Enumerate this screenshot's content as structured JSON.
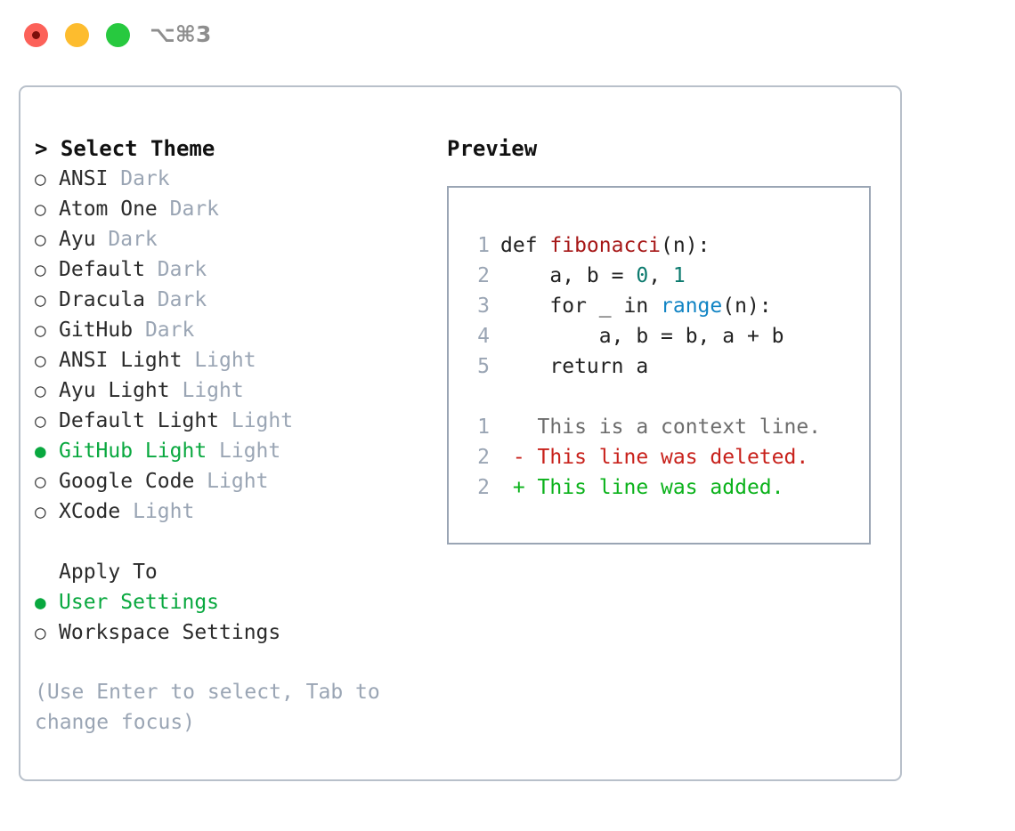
{
  "titlebar": {
    "shortcut": "⌥⌘3",
    "buttons": [
      {
        "name": "close",
        "color": "#fc6159"
      },
      {
        "name": "minimize",
        "color": "#fdbc2e"
      },
      {
        "name": "maximize",
        "color": "#27c93f"
      }
    ]
  },
  "theme_section": {
    "header": "> Select Theme",
    "items": [
      {
        "marker": "○",
        "label": "ANSI",
        "suffix": "Dark",
        "selected": false
      },
      {
        "marker": "○",
        "label": "Atom One",
        "suffix": "Dark",
        "selected": false
      },
      {
        "marker": "○",
        "label": "Ayu",
        "suffix": "Dark",
        "selected": false
      },
      {
        "marker": "○",
        "label": "Default",
        "suffix": "Dark",
        "selected": false
      },
      {
        "marker": "○",
        "label": "Dracula",
        "suffix": "Dark",
        "selected": false
      },
      {
        "marker": "○",
        "label": "GitHub",
        "suffix": "Dark",
        "selected": false
      },
      {
        "marker": "○",
        "label": "ANSI Light",
        "suffix": "Light",
        "selected": false
      },
      {
        "marker": "○",
        "label": "Ayu Light",
        "suffix": "Light",
        "selected": false
      },
      {
        "marker": "○",
        "label": "Default Light",
        "suffix": "Light",
        "selected": false
      },
      {
        "marker": "●",
        "label": "GitHub Light",
        "suffix": "Light",
        "selected": true
      },
      {
        "marker": "○",
        "label": "Google Code",
        "suffix": "Light",
        "selected": false
      },
      {
        "marker": "○",
        "label": "XCode",
        "suffix": "Light",
        "selected": false
      }
    ]
  },
  "apply_section": {
    "header": "Apply To",
    "items": [
      {
        "marker": "●",
        "label": "User Settings",
        "selected": true
      },
      {
        "marker": "○",
        "label": "Workspace Settings",
        "selected": false
      }
    ]
  },
  "hint": "(Use Enter to select, Tab to change focus)",
  "preview": {
    "title": "Preview",
    "code_lines": [
      {
        "no": "1",
        "tokens": [
          {
            "t": "def ",
            "c": "tok-def"
          },
          {
            "t": "fibonacci",
            "c": "tok-func"
          },
          {
            "t": "(n):",
            "c": "tok-plain"
          }
        ]
      },
      {
        "no": "2",
        "tokens": [
          {
            "t": "    a, b = ",
            "c": "tok-plain"
          },
          {
            "t": "0",
            "c": "tok-num"
          },
          {
            "t": ", ",
            "c": "tok-plain"
          },
          {
            "t": "1",
            "c": "tok-num"
          }
        ]
      },
      {
        "no": "3",
        "tokens": [
          {
            "t": "    for _ in ",
            "c": "tok-plain"
          },
          {
            "t": "range",
            "c": "tok-builtin"
          },
          {
            "t": "(n):",
            "c": "tok-plain"
          }
        ]
      },
      {
        "no": "4",
        "tokens": [
          {
            "t": "        a, b = b, a + b",
            "c": "tok-plain"
          }
        ]
      },
      {
        "no": "5",
        "tokens": [
          {
            "t": "    return a",
            "c": "tok-plain"
          }
        ]
      }
    ],
    "diff_lines": [
      {
        "no": "1",
        "text": "   This is a context line.",
        "kind": "diff-context"
      },
      {
        "no": "2",
        "text": " - This line was deleted.",
        "kind": "diff-del"
      },
      {
        "no": "2",
        "text": " + This line was added.",
        "kind": "diff-add"
      }
    ]
  },
  "colors": {
    "accent_green": "#09a83f",
    "muted": "#9aa5b4",
    "border": "#b8c0ca",
    "panel_border": "#9aa5b4",
    "diff_add": "#0bb21b",
    "diff_del": "#c8211b",
    "func": "#a61717",
    "number": "#0c7a6e",
    "builtin": "#1184c4"
  }
}
